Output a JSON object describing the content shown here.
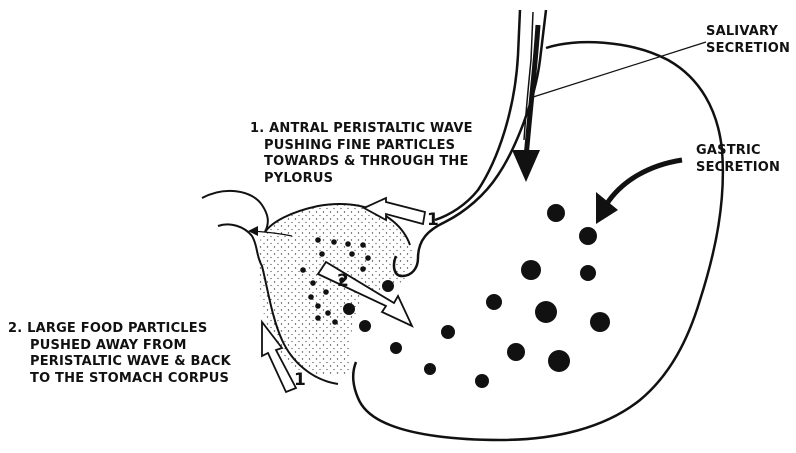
{
  "labels": {
    "salivary": [
      "SALIVARY",
      "SECRETION"
    ],
    "gastric": [
      "GASTRIC",
      "SECRETION"
    ],
    "antral": [
      "1. ANTRAL PERISTALTIC WAVE",
      "PUSHING FINE PARTICLES",
      "TOWARDS & THROUGH THE",
      "PYLORUS"
    ],
    "large": [
      "2. LARGE FOOD PARTICLES",
      "PUSHED AWAY FROM",
      "PERISTALTIC WAVE & BACK",
      "TO THE STOMACH CORPUS"
    ]
  },
  "arrow_numbers": {
    "upper_wave": "1",
    "lower_wave": "1",
    "retropulsion": "2"
  },
  "colors": {
    "ink": "#111111",
    "background": "#ffffff",
    "stipple": "#444444"
  }
}
